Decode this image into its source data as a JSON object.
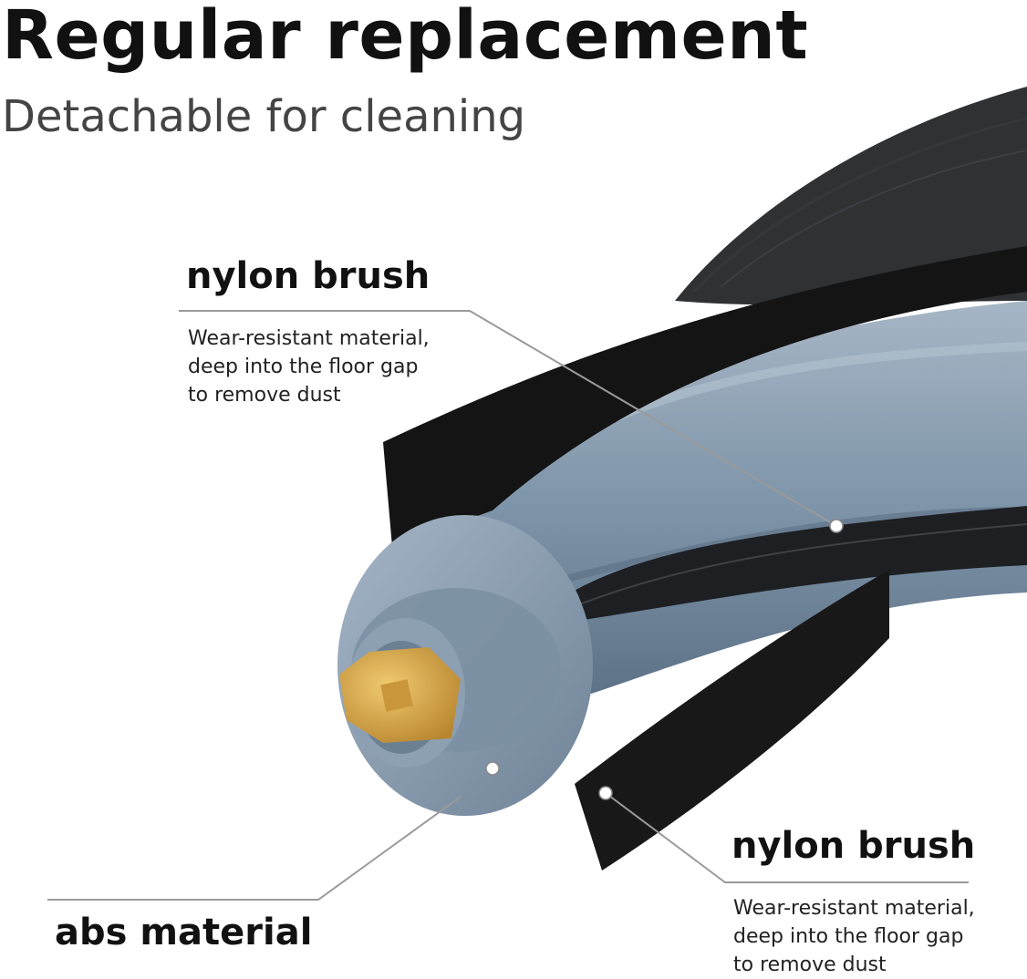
{
  "heading": {
    "title": "Regular replacement",
    "subtitle": "Detachable for cleaning"
  },
  "callouts": [
    {
      "title": "nylon brush",
      "lines": [
        "Wear-resistant material,",
        "deep into the floor gap",
        "to remove dust"
      ]
    },
    {
      "title": "nylon brush",
      "lines": [
        "Wear-resistant material,",
        "deep into the floor gap",
        "to remove dust"
      ]
    },
    {
      "title": "abs material"
    }
  ],
  "colors": {
    "roller_blue": "#7f95aa",
    "end_cap": "#8b9fb2",
    "bristles": "#1d1f22",
    "rubber_blade": "#141414",
    "hub_yellow": "#d9a94b",
    "leader_line": "#9a9a9a"
  }
}
